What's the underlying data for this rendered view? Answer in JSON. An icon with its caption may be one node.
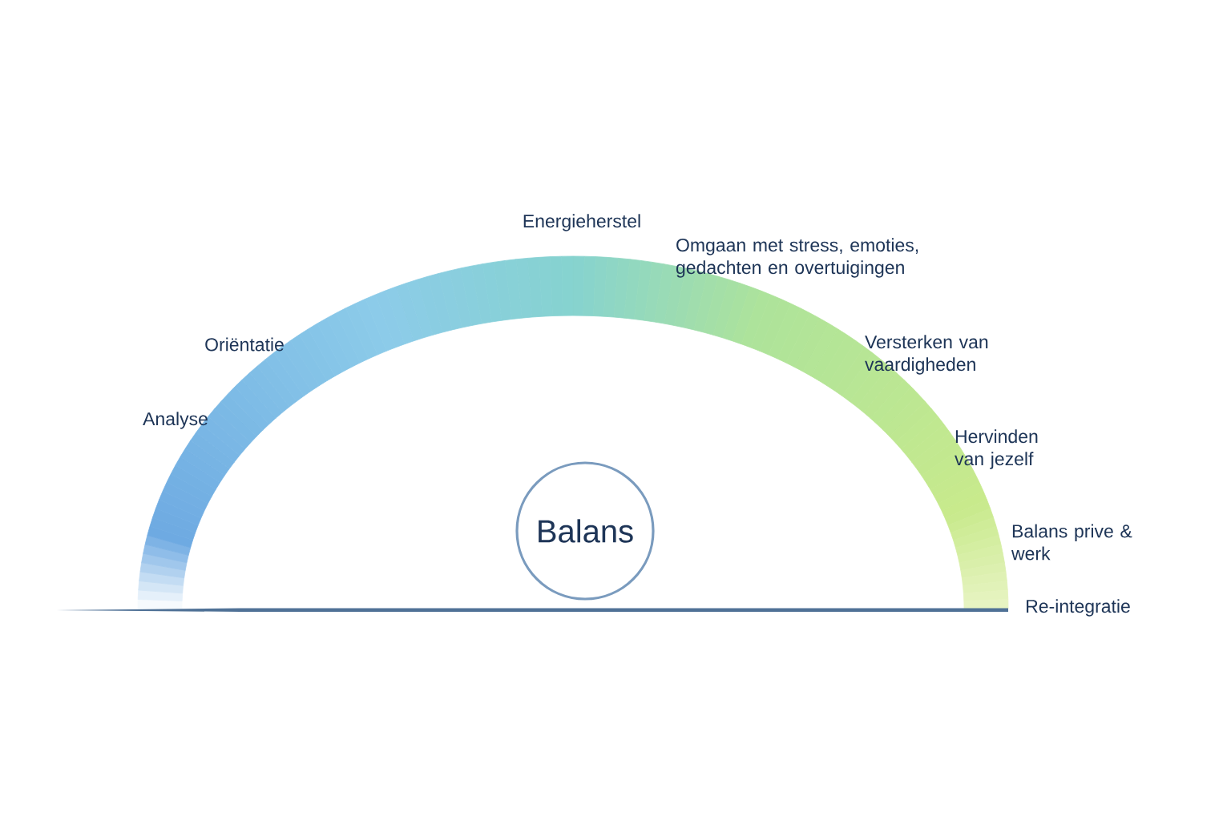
{
  "diagram": {
    "nodes": [
      {
        "text": [
          "Balans"
        ]
      }
    ],
    "labels": [
      "Energieherstel",
      "Omgaan met stress, emoties, gedachten en overtuigingen",
      "Oriëntatie",
      "Versterken van vaardigheden",
      "Analyse",
      "Hervinden van jezelf",
      "Balans prive & werk",
      "Re-integratie"
    ]
  }
}
